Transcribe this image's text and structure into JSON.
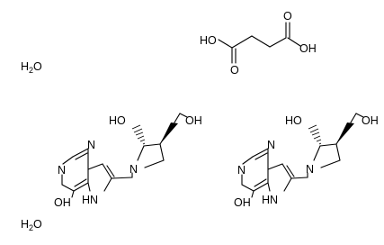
{
  "structure": {
    "succinic_acid": {
      "ho_left": "HO",
      "oh_right": "OH",
      "o_left": "O",
      "o_right": "O"
    },
    "water_top": {
      "h": "H",
      "sub2": "2",
      "o": "O"
    },
    "water_bottom": {
      "h": "H",
      "sub2": "2",
      "o": "O"
    },
    "molecule_left": {
      "n_top": "N",
      "n_left": "N",
      "oh_bottom": "OH",
      "nh": "HN",
      "n_pyrrolidine": "N",
      "ho_ring": "HO",
      "ch2oh": "OH"
    },
    "molecule_right": {
      "n_top": "N",
      "n_left": "N",
      "oh_bottom": "OH",
      "nh": "HN",
      "n_pyrrolidine": "N",
      "ho_ring": "HO",
      "ch2oh": "OH"
    }
  }
}
